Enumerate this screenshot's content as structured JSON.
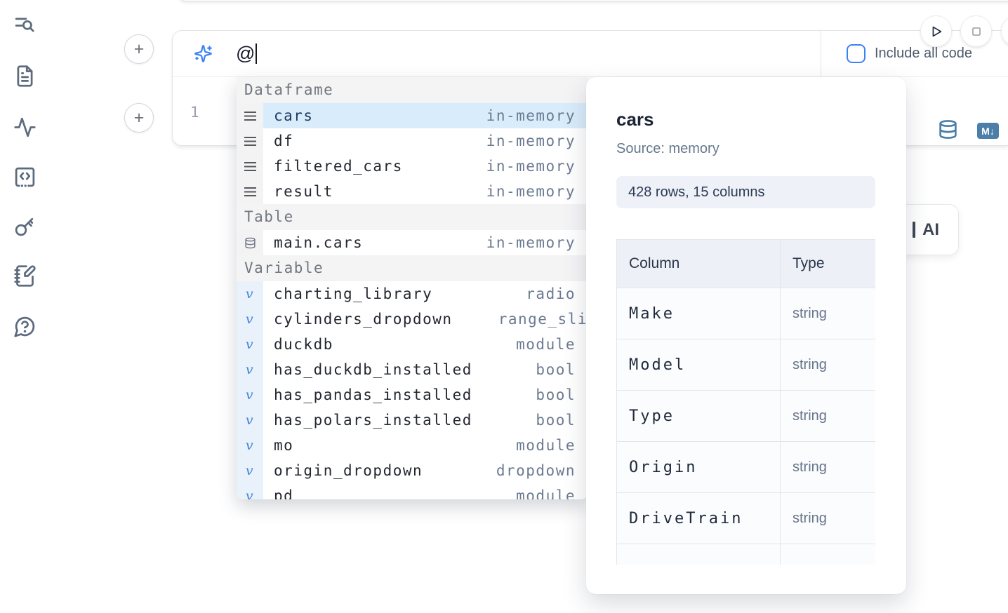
{
  "sidebar": {
    "icons": [
      {
        "name": "table-of-contents-search-icon"
      },
      {
        "name": "file-document-icon"
      },
      {
        "name": "activity-pulse-icon"
      },
      {
        "name": "code-snippets-icon"
      },
      {
        "name": "key-shortcuts-icon"
      },
      {
        "name": "scratchpad-notebook-icon"
      },
      {
        "name": "help-chat-icon"
      }
    ]
  },
  "cell": {
    "add_cell_label": "+",
    "ai_input": {
      "value": "@",
      "icon": "sparkles-icon"
    },
    "include_all_code": {
      "label": "Include all code",
      "checked": false
    },
    "editor": {
      "line_number": "1"
    },
    "convert_buttons": {
      "markdown_badge": "M↓"
    }
  },
  "ai_button": {
    "label": "AI"
  },
  "autocomplete": {
    "sections": [
      {
        "label": "Dataframe",
        "icon": "table-rows-icon",
        "items": [
          {
            "name": "cars",
            "type": "in-memory",
            "selected": true
          },
          {
            "name": "df",
            "type": "in-memory"
          },
          {
            "name": "filtered_cars",
            "type": "in-memory"
          },
          {
            "name": "result",
            "type": "in-memory"
          }
        ]
      },
      {
        "label": "Table",
        "icon": "database-icon",
        "items": [
          {
            "name": "main.cars",
            "type": "in-memory"
          }
        ]
      },
      {
        "label": "Variable",
        "icon": "variable-icon",
        "items": [
          {
            "name": "charting_library",
            "type": "radio"
          },
          {
            "name": "cylinders_dropdown",
            "type": "range_sli",
            "flush_right": true
          },
          {
            "name": "duckdb",
            "type": "module"
          },
          {
            "name": "has_duckdb_installed",
            "type": "bool"
          },
          {
            "name": "has_pandas_installed",
            "type": "bool"
          },
          {
            "name": "has_polars_installed",
            "type": "bool"
          },
          {
            "name": "mo",
            "type": "module"
          },
          {
            "name": "origin_dropdown",
            "type": "dropdown"
          },
          {
            "name": "pd",
            "type": "module",
            "clipped_bottom": true
          }
        ]
      }
    ]
  },
  "preview": {
    "title": "cars",
    "source": "Source: memory",
    "shape": "428 rows, 15 columns",
    "table": {
      "headers": [
        "Column",
        "Type"
      ],
      "rows": [
        {
          "column": "Make",
          "type": "string"
        },
        {
          "column": "Model",
          "type": "string"
        },
        {
          "column": "Type",
          "type": "string"
        },
        {
          "column": "Origin",
          "type": "string"
        },
        {
          "column": "DriveTrain",
          "type": "string"
        }
      ],
      "partial_last_row_visible": true
    }
  }
}
